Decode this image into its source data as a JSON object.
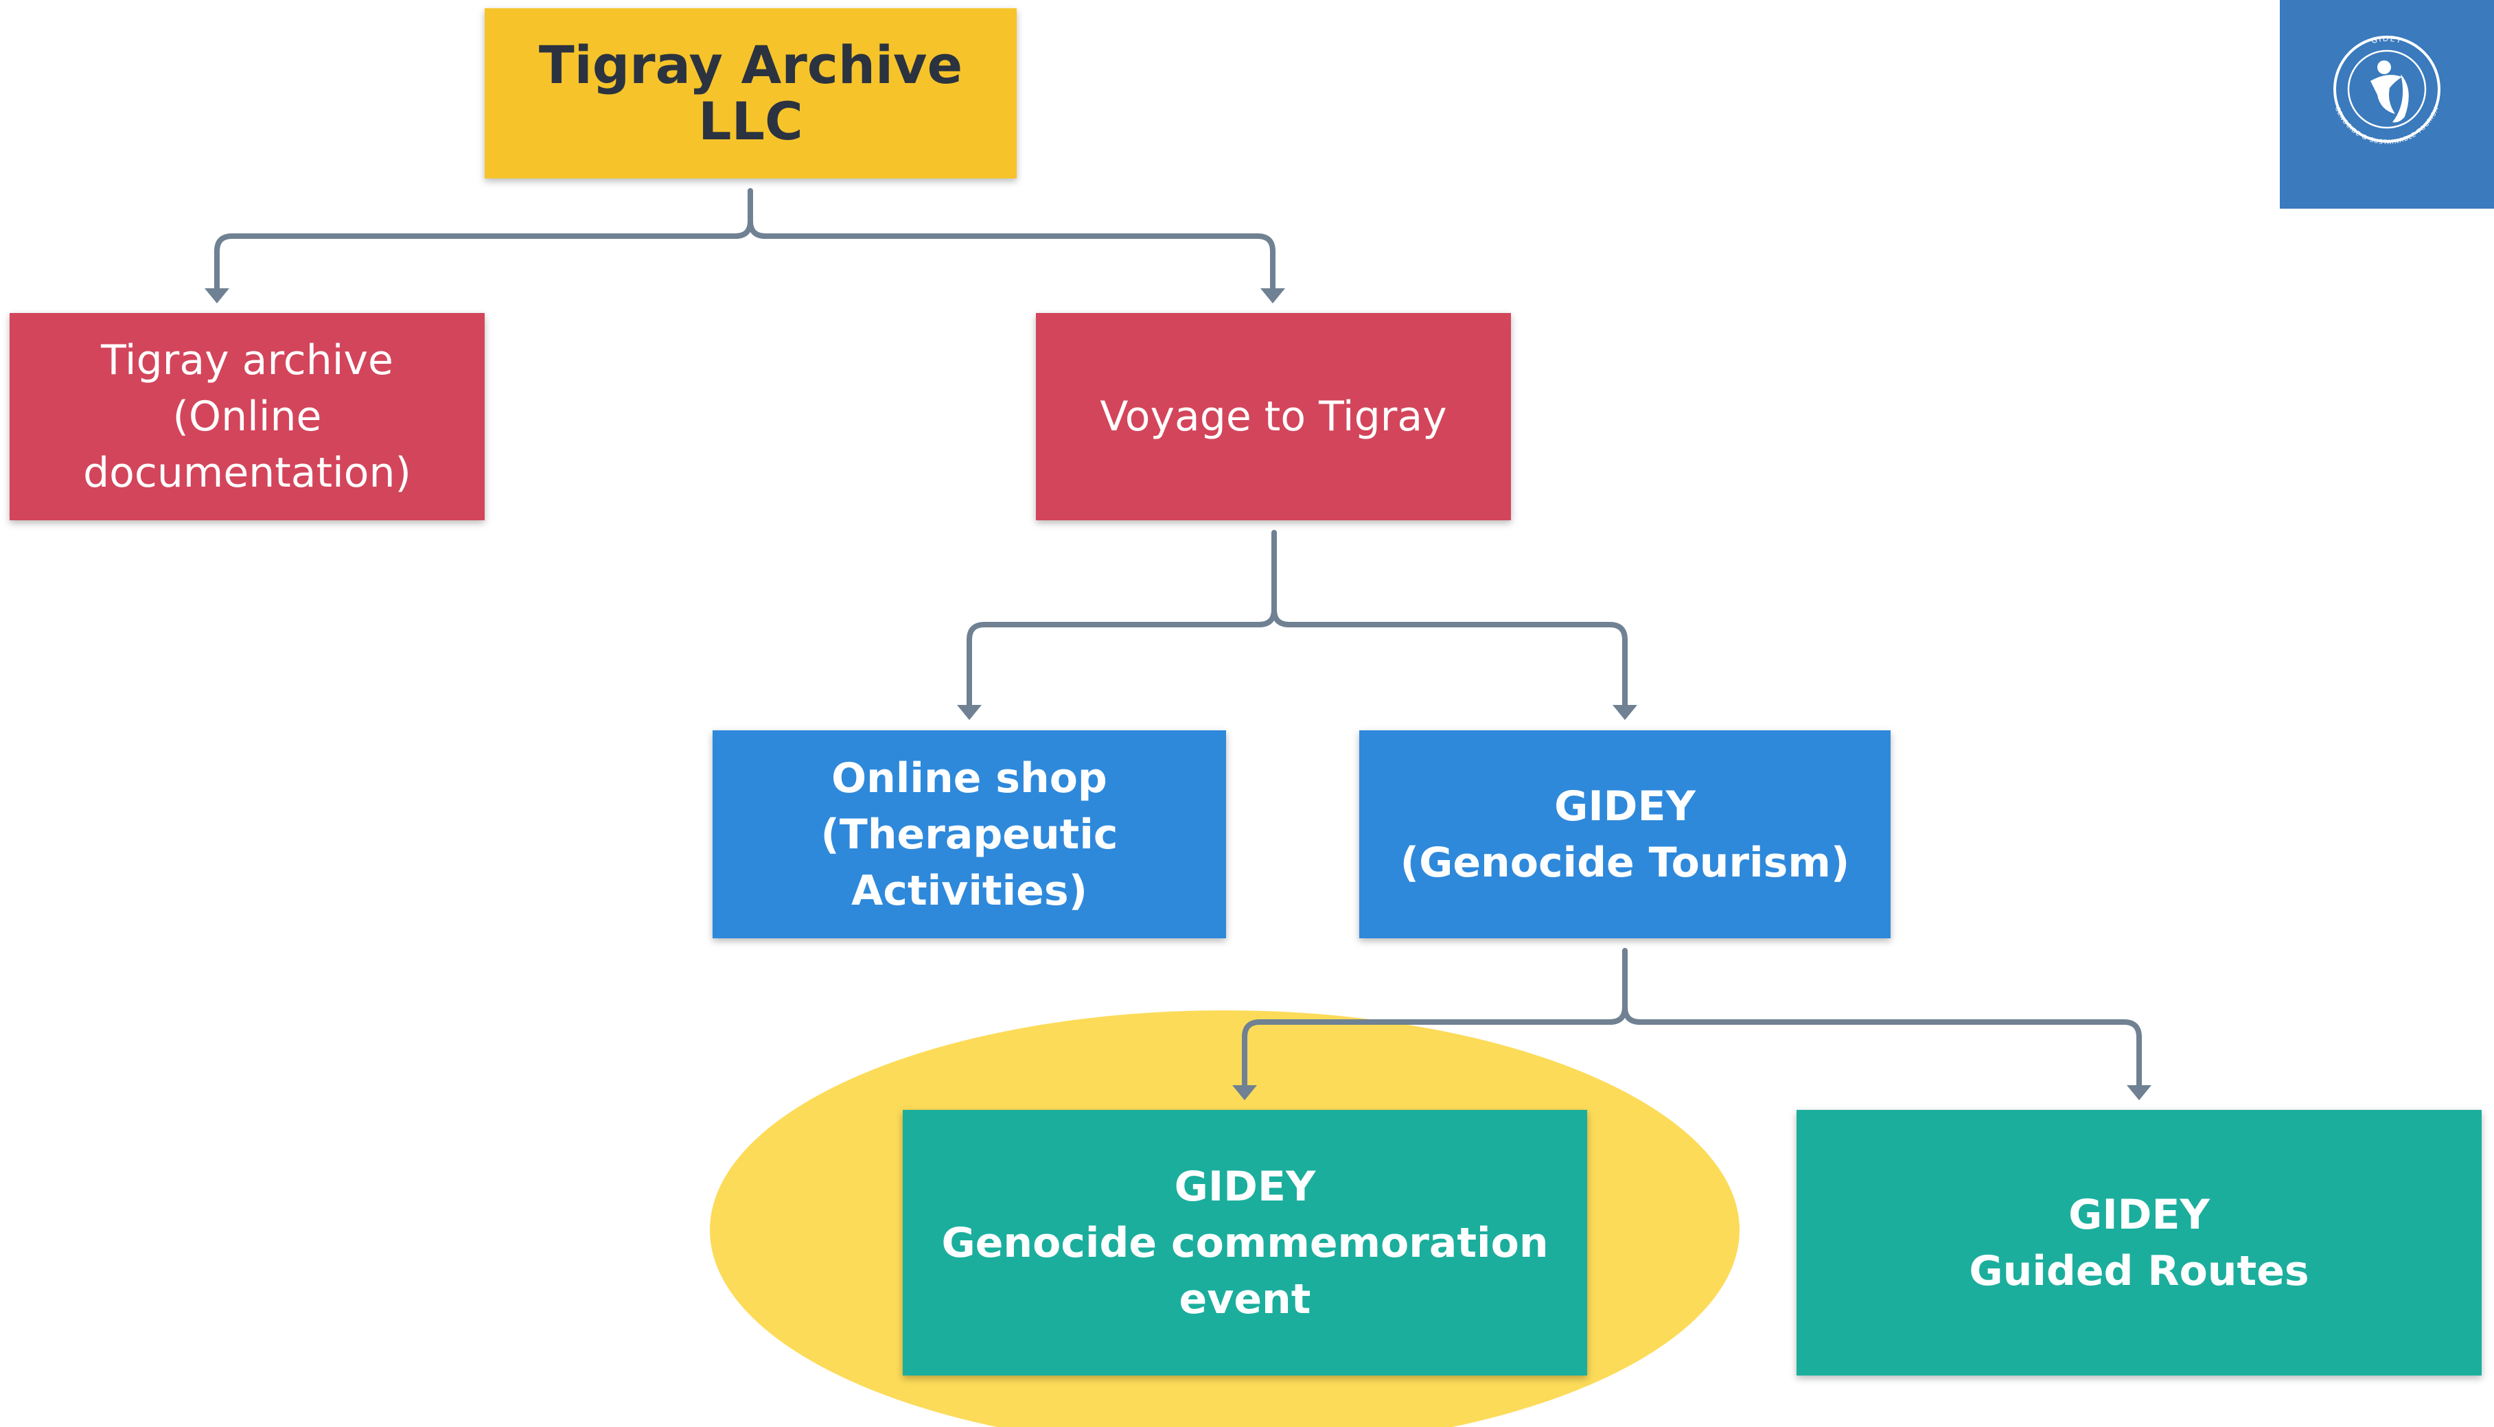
{
  "colors": {
    "root": "#f6c42a",
    "level1": "#d3455b",
    "level2": "#2e89db",
    "level3": "#1bae9d",
    "highlight": "#fcdb59",
    "connector": "#6f8192",
    "logo_panel": "#3a7abd"
  },
  "root": {
    "label": "Tigray Archive LLC"
  },
  "level1": [
    {
      "line1": "Tigray archive",
      "line2": "(Online documentation)"
    },
    {
      "line1": "Voyage to Tigray"
    }
  ],
  "level2": [
    {
      "line1": "Online shop",
      "line2": "(Therapeutic Activities)"
    },
    {
      "line1": "GIDEY",
      "line2": "(Genocide Tourism)"
    }
  ],
  "level3": [
    {
      "line1": "GIDEY",
      "line2": "Genocide commemoration event",
      "highlighted": true
    },
    {
      "line1": "GIDEY",
      "line2": "Guided Routes"
    }
  ],
  "logo": {
    "icon": "gidey-logo-icon",
    "ring_text_top": "GIDEY",
    "ring_text_bottom": "GENOCIDE & SUSTAINABLE TOURISM"
  }
}
